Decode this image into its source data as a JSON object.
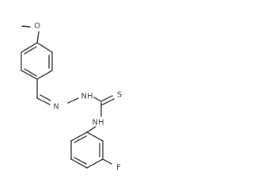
{
  "molecule": {
    "atoms": {
      "O": "O",
      "N1": "N",
      "NH1": "NH",
      "S": "S",
      "NH2": "NH",
      "F": "F"
    }
  }
}
